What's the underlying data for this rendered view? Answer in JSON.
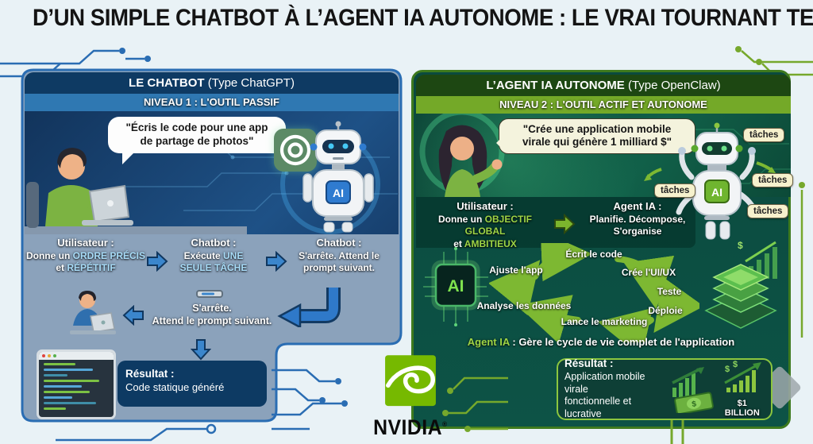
{
  "title": "D’UN SIMPLE CHATBOT À L’AGENT IA AUTONOME : LE VRAI TOURNANT TECHNIQUE",
  "brand": {
    "wordmark": "NVIDIA",
    "registered": "®"
  },
  "colors": {
    "nvidia_green": "#76b900",
    "chatbot_blue": "#2f78b2",
    "agent_green": "#74a928",
    "highlight_blue": "#a8dcf8",
    "highlight_green": "#9fd445"
  },
  "left_panel": {
    "header": {
      "bold": "LE CHATBOT",
      "rest": " (Type ChatGPT)"
    },
    "level": "NIVEAU 1 : L'OUTIL PASSIF",
    "bubble": "\"Écris le code pour une app\nde partage de photos\"",
    "robot_badge": "AI",
    "flow1": {
      "title": "Utilisateur :",
      "l1a": "Donne un ",
      "l1b": "ORDRE PRÉCIS",
      "l2a": "et ",
      "l2b": "RÉPÉTITIF"
    },
    "flow2": {
      "title": "Chatbot :",
      "l1a": "Exécute ",
      "l1b": "UNE",
      "l2b": "SEULE TÂCHE"
    },
    "flow3": {
      "title": "Chatbot :",
      "l1": "S'arrête. Attend le",
      "l2": "prompt suivant."
    },
    "wait": {
      "l1": "S'arrête.",
      "l2": "Attend le prompt suivant."
    },
    "result": {
      "title": "Résultat :",
      "text": "Code statique généré"
    }
  },
  "right_panel": {
    "header": {
      "bold": "L’AGENT IA AUTONOME",
      "rest": " (Type OpenClaw)"
    },
    "level": "NIVEAU 2 : L'OUTIL ACTIF ET AUTONOME",
    "bubble": "\"Crée une application mobile\nvirale qui génère 1 milliard $\"",
    "robot_badge": "AI",
    "chip_badge": "AI",
    "tasks": [
      "tâches",
      "tâches",
      "tâches",
      "tâches"
    ],
    "flow_user": {
      "title": "Utilisateur :",
      "l1a": "Donne un ",
      "l1b": "OBJECTIF GLOBAL",
      "l2a": "et ",
      "l2b": "AMBITIEUX"
    },
    "flow_agent": {
      "title": "Agent IA :",
      "l1": "Planifie. Décompose,",
      "l2": "S'organise"
    },
    "cycle_steps": [
      "Écrit le code",
      "Crée l'UI/UX",
      "Teste",
      "Déploie",
      "Lance le\nmarketing",
      "Analyse\nles données",
      "Ajuste l'app"
    ],
    "caption": {
      "hl": "Agent IA",
      "rest": " : Gère le cycle de vie complet de l'application"
    },
    "result": {
      "title": "Résultat :",
      "l1": "Application mobile virale",
      "l2": "fonctionnelle et lucrative",
      "badge": "$1 BILLION"
    }
  }
}
